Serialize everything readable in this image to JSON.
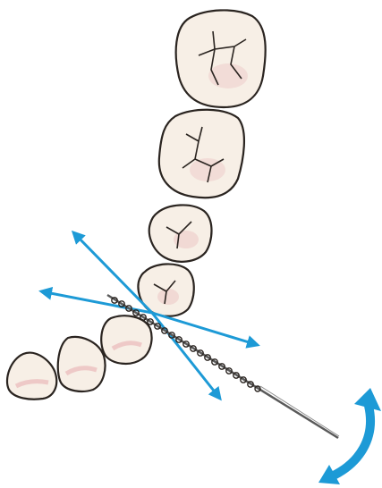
{
  "colors": {
    "arrow": "#1d9ad6",
    "tooth_fill": "#f7efe6",
    "tooth_outline": "#2a2420",
    "gum_tint": "#e9b9b9",
    "wire": "#5a5a5a"
  },
  "teeth": [
    {
      "name": "molar-2",
      "type": "molar"
    },
    {
      "name": "molar-1",
      "type": "molar"
    },
    {
      "name": "premolar-2",
      "type": "premolar"
    },
    {
      "name": "premolar-1",
      "type": "premolar"
    },
    {
      "name": "canine",
      "type": "incisor"
    },
    {
      "name": "lateral-incisor",
      "type": "incisor"
    },
    {
      "name": "central-incisor",
      "type": "incisor"
    }
  ],
  "icons": {
    "brush": "interdental-brush-icon",
    "rotate": "rotation-arrow-icon",
    "direction": "direction-arrow-icon"
  }
}
